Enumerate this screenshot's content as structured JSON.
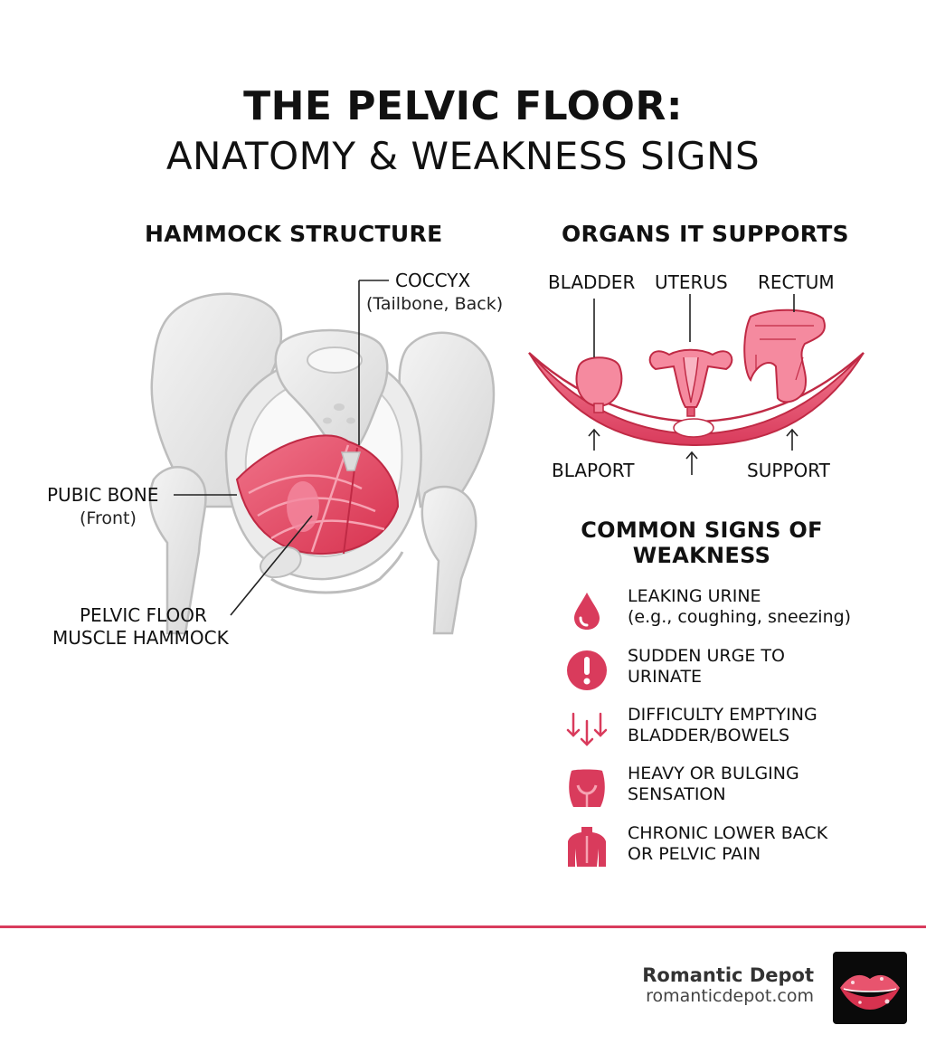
{
  "title": {
    "line1": "THE PELVIC FLOOR:",
    "line2": "ANATOMY & WEAKNESS SIGNS"
  },
  "hammock": {
    "heading": "HAMMOCK STRUCTURE",
    "coccyx": {
      "label": "COCCYX",
      "sub": "(Tailbone, Back)"
    },
    "pubic": {
      "label": "PUBIC BONE",
      "sub": "(Front)"
    },
    "muscle": {
      "line1": "PELVIC FLOOR",
      "line2": "MUSCLE HAMMOCK"
    }
  },
  "organs": {
    "heading": "ORGANS IT SUPPORTS",
    "bladder": "BLADDER",
    "uterus": "UTERUS",
    "rectum": "RECTUM",
    "left_arrow_label": "BLAPORT",
    "right_arrow_label": "SUPPORT"
  },
  "signs": {
    "heading_line1": "COMMON SIGNS OF",
    "heading_line2": "WEAKNESS",
    "items": [
      {
        "icon": "droplet-icon",
        "line1": "LEAKING URINE",
        "line2": "(e.g., coughing, sneezing)"
      },
      {
        "icon": "exclamation-icon",
        "line1": "SUDDEN URGE TO",
        "line2": "URINATE"
      },
      {
        "icon": "down-arrows-icon",
        "line1": "DIFFICULTY EMPTYING",
        "line2": "BLADDER/BOWELS"
      },
      {
        "icon": "pelvis-icon",
        "line1": "HEAVY OR BULGING",
        "line2": "SENSATION"
      },
      {
        "icon": "back-icon",
        "line1": "CHRONIC LOWER BACK",
        "line2": "OR PELVIC PAIN"
      }
    ]
  },
  "brand": {
    "name": "Romantic Depot",
    "url": "romanticdepot.com",
    "logo_icon": "lips-icon"
  },
  "colors": {
    "accent": "#d93b5c",
    "muscle": "#e8546e",
    "bone": "#e6e6e6",
    "bone_outline": "#bdbdbd"
  }
}
